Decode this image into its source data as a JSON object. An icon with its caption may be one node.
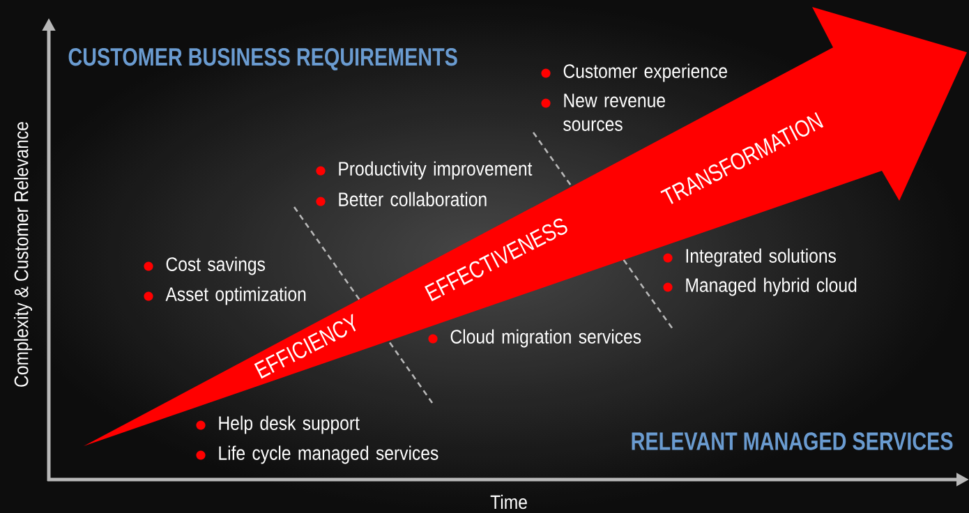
{
  "diagram": {
    "nodes": [
      {
        "text": [
          "EFFICIENCY",
          "EFFECTIVENESS",
          "TRANSFORMATION"
        ]
      }
    ],
    "labels": [
      "CUSTOMER BUSINESS REQUIREMENTS",
      "Customer experience",
      "New revenue sources",
      "Productivity improvement",
      "Better collaboration",
      "Cost savings",
      "Asset optimization",
      "Integrated solutions",
      "Managed hybrid cloud",
      "Cloud migration services",
      "Help desk support",
      "Life cycle managed services",
      "RELEVANT MANAGED SERVICES",
      "Complexity & Customer Relevance",
      "Time"
    ]
  }
}
